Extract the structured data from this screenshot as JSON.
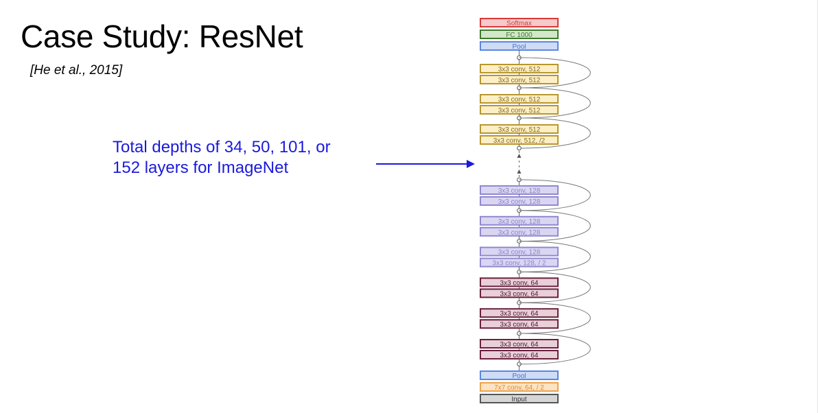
{
  "slide": {
    "title": "Case Study: ResNet",
    "citation": "[He et al., 2015]",
    "annotation_lines": [
      "Total depths of 34, 50, 101, or",
      "152 layers for ImageNet"
    ]
  },
  "colors": {
    "annotation": "#1a1adc",
    "softmax": {
      "stroke": "#d63a3a",
      "fill": "#f7c9c9",
      "text": "#c84040"
    },
    "fc": {
      "stroke": "#3f7a2e",
      "fill": "#d2e6c8",
      "text": "#3f7a2e"
    },
    "pool": {
      "stroke": "#5b86e0",
      "fill": "#cfdcf6",
      "text": "#4a70c8"
    },
    "conv512": {
      "stroke": "#b8962e",
      "fill": "#fcefc6",
      "text": "#8a6a1a"
    },
    "conv128": {
      "stroke": "#8f88d0",
      "fill": "#dad6f2",
      "text": "#8a84c8"
    },
    "conv64": {
      "stroke": "#6b1f3c",
      "fill": "#e8cfd8",
      "text": "#4a1a30"
    },
    "conv7": {
      "stroke": "#efa24a",
      "fill": "#fde3c3",
      "text": "#e08a2a"
    },
    "input": {
      "stroke": "#555555",
      "fill": "#d6d6d6",
      "text": "#333333"
    }
  },
  "network": {
    "top_layers": [
      {
        "label": "Softmax",
        "kind": "softmax"
      },
      {
        "label": "FC 1000",
        "kind": "fc"
      },
      {
        "label": "Pool",
        "kind": "pool"
      }
    ],
    "upper_blocks": [
      {
        "layers": [
          {
            "label": "3x3 conv, 512",
            "kind": "conv512"
          },
          {
            "label": "3x3 conv, 512",
            "kind": "conv512"
          }
        ]
      },
      {
        "layers": [
          {
            "label": "3x3 conv, 512",
            "kind": "conv512"
          },
          {
            "label": "3x3 conv, 512",
            "kind": "conv512"
          }
        ]
      },
      {
        "layers": [
          {
            "label": "3x3 conv, 512",
            "kind": "conv512"
          },
          {
            "label": "3x3 conv, 512, /2",
            "kind": "conv512"
          }
        ]
      }
    ],
    "lower_blocks": [
      {
        "layers": [
          {
            "label": "3x3 conv, 128",
            "kind": "conv128"
          },
          {
            "label": "3x3 conv, 128",
            "kind": "conv128"
          }
        ]
      },
      {
        "layers": [
          {
            "label": "3x3 conv, 128",
            "kind": "conv128"
          },
          {
            "label": "3x3 conv, 128",
            "kind": "conv128"
          }
        ]
      },
      {
        "layers": [
          {
            "label": "3x3 conv, 128",
            "kind": "conv128"
          },
          {
            "label": "3x3 conv, 128, / 2",
            "kind": "conv128"
          }
        ]
      },
      {
        "layers": [
          {
            "label": "3x3 conv, 64",
            "kind": "conv64"
          },
          {
            "label": "3x3 conv, 64",
            "kind": "conv64"
          }
        ]
      },
      {
        "layers": [
          {
            "label": "3x3 conv, 64",
            "kind": "conv64"
          },
          {
            "label": "3x3 conv, 64",
            "kind": "conv64"
          }
        ]
      },
      {
        "layers": [
          {
            "label": "3x3 conv, 64",
            "kind": "conv64"
          },
          {
            "label": "3x3 conv, 64",
            "kind": "conv64"
          }
        ]
      }
    ],
    "bottom_layers": [
      {
        "label": "Pool",
        "kind": "pool"
      },
      {
        "label": "7x7 conv, 64, / 2",
        "kind": "conv7"
      },
      {
        "label": "Input",
        "kind": "input"
      }
    ]
  }
}
